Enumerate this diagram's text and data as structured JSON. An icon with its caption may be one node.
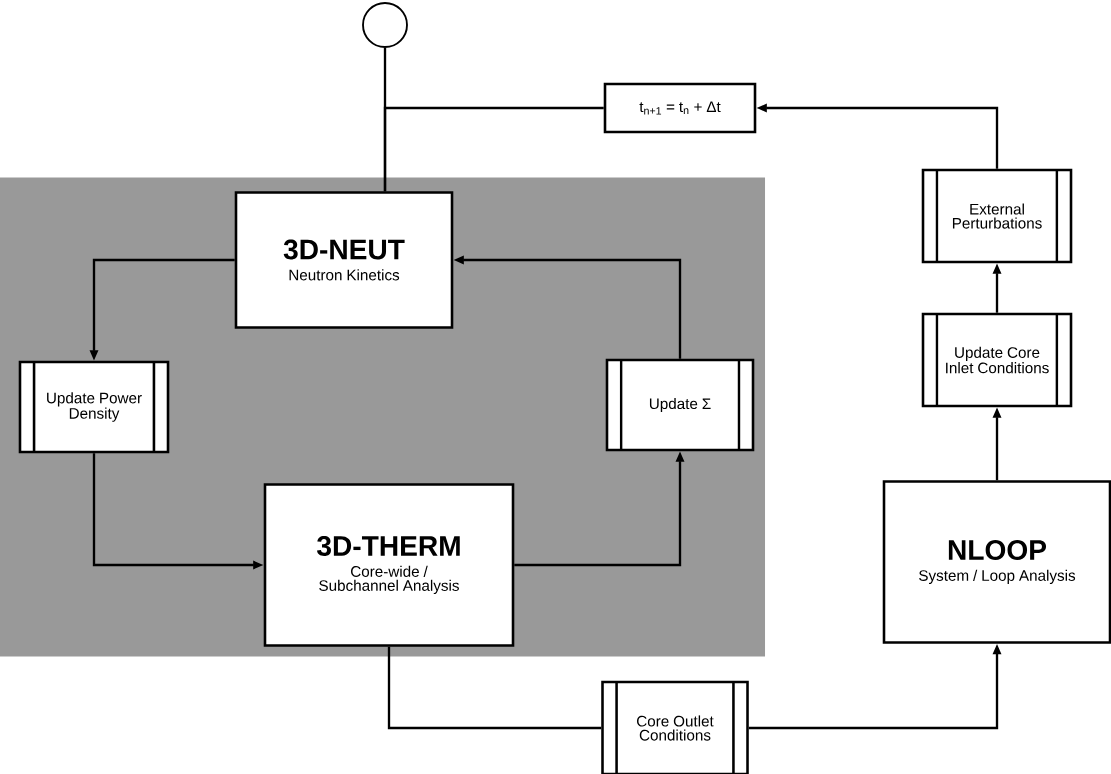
{
  "diagram": {
    "nodes": [
      {
        "text": [],
        "shape": "box"
      },
      {
        "text": [],
        "shape": "circle"
      },
      {
        "text": [
          "t$_{n+1}$ = t$_{n}$ + Δt"
        ]
      },
      {
        "text": [
          "3D-NEUT",
          "Neutron Kinetics"
        ],
        "in": 0
      },
      {
        "text": [
          "Update Power Density"
        ],
        "in": 0
      },
      {
        "text": [
          "Update Σ"
        ],
        "in": 0
      },
      {
        "text": [
          "3D-THERM",
          "Core-wide / Subchannel Analysis"
        ],
        "in": 0
      },
      {
        "text": [
          "External Perturbations"
        ]
      },
      {
        "text": [
          "Update Core Inlet Conditions"
        ]
      },
      {
        "text": [
          "NLOOP",
          "System / Loop Analysis"
        ]
      },
      {
        "text": [
          "Core Outlet Conditions"
        ]
      }
    ],
    "edges": [
      {
        "from": 3,
        "to": 1,
        "arrow": "none"
      },
      {
        "from": 2,
        "to": 3,
        "arrow": "none"
      },
      {
        "from": 7,
        "to": 2,
        "arrow": "to"
      },
      {
        "from": 3,
        "to": 4,
        "arrow": "to"
      },
      {
        "from": 4,
        "to": 6,
        "arrow": "to"
      },
      {
        "from": 6,
        "to": 5,
        "arrow": "to"
      },
      {
        "from": 5,
        "to": 3,
        "arrow": "to"
      },
      {
        "from": 6,
        "to": 10,
        "arrow": "none"
      },
      {
        "from": 10,
        "to": 9,
        "arrow": "to"
      },
      {
        "from": 9,
        "to": 8,
        "arrow": "to"
      },
      {
        "from": 8,
        "to": 7,
        "arrow": "to"
      }
    ]
  }
}
